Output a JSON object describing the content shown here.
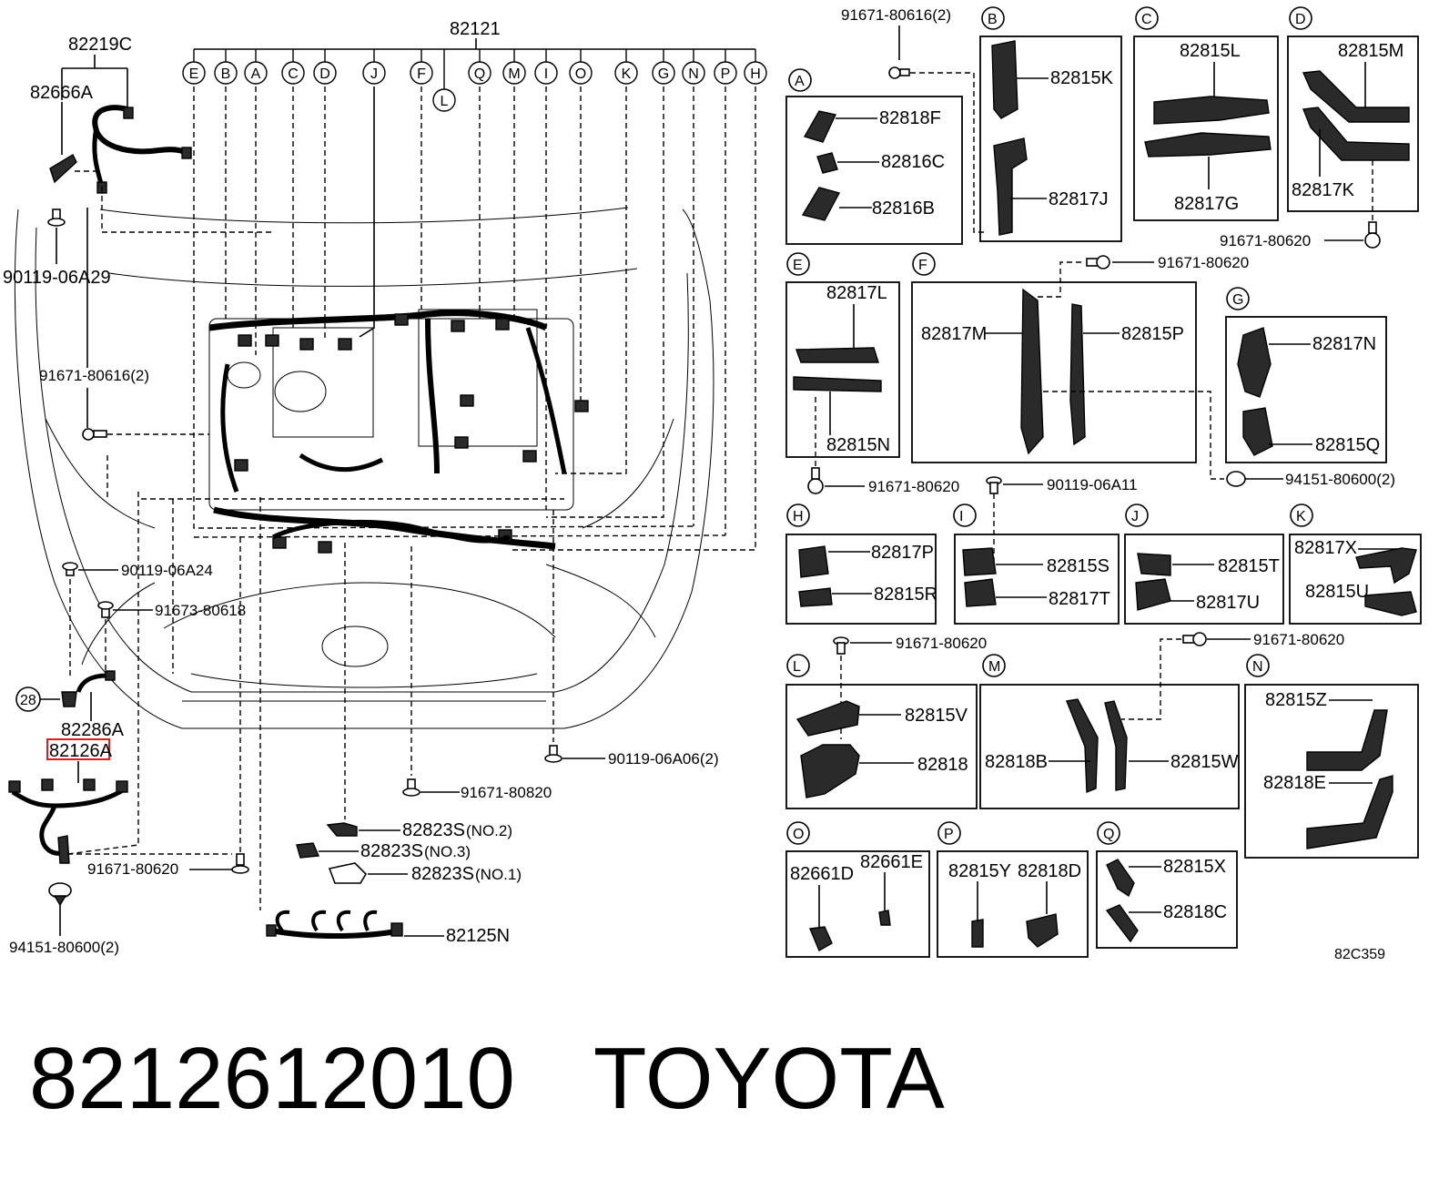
{
  "title_part_number": "8212612010",
  "title_brand": "TOYOTA",
  "ref_code": "82C359",
  "main_harness": {
    "label": "82121",
    "connector_letters": [
      "E",
      "B",
      "A",
      "C",
      "D",
      "J",
      "F",
      "L",
      "Q",
      "M",
      "I",
      "O",
      "K",
      "G",
      "N",
      "P",
      "H"
    ]
  },
  "left_parts": {
    "p82219C": "82219C",
    "p82666A": "82666A",
    "p90119_06A29": "90119-06A29",
    "p91671_80616_2": "91671-80616(2)",
    "p90119_06A24": "90119-06A24",
    "p91673_80618": "91673-80618",
    "ref28": "28",
    "p82286A": "82286A",
    "p82126A": "82126A",
    "p91671_80620": "91671-80620",
    "p94151_80600_2": "94151-80600(2)"
  },
  "center_parts": {
    "p90119_06A06_2": "90119-06A06(2)",
    "p91671_80820": "91671-80820",
    "p82823S_no2": "82823S",
    "p82823S_no2_tag": "(NO.2)",
    "p82823S_no3": "82823S",
    "p82823S_no3_tag": "(NO.3)",
    "p82823S_no1": "82823S",
    "p82823S_no1_tag": "(NO.1)",
    "p82125N": "82125N"
  },
  "detail_boxes": {
    "A": {
      "letter": "A",
      "parts": [
        "82818F",
        "82816C",
        "82816B"
      ]
    },
    "B": {
      "letter": "B",
      "parts": [
        "82815K",
        "82817J"
      ]
    },
    "C": {
      "letter": "C",
      "parts": [
        "82815L",
        "82817G"
      ]
    },
    "D": {
      "letter": "D",
      "parts": [
        "82815M",
        "82817K"
      ]
    },
    "E": {
      "letter": "E",
      "parts": [
        "82817L",
        "82815N"
      ]
    },
    "F": {
      "letter": "F",
      "parts": [
        "82817M",
        "82815P"
      ]
    },
    "G": {
      "letter": "G",
      "parts": [
        "82817N",
        "82815Q"
      ]
    },
    "H": {
      "letter": "H",
      "parts": [
        "82817P",
        "82815R"
      ]
    },
    "I": {
      "letter": "I",
      "parts": [
        "82815S",
        "82817T"
      ]
    },
    "J": {
      "letter": "J",
      "parts": [
        "82815T",
        "82817U"
      ]
    },
    "K": {
      "letter": "K",
      "parts": [
        "82817X",
        "82815U"
      ]
    },
    "L": {
      "letter": "L",
      "parts": [
        "82815V",
        "82818"
      ]
    },
    "M": {
      "letter": "M",
      "parts": [
        "82818B",
        "82815W"
      ]
    },
    "N": {
      "letter": "N",
      "parts": [
        "82815Z",
        "82818E"
      ]
    },
    "O": {
      "letter": "O",
      "parts": [
        "82661D",
        "82661E"
      ]
    },
    "P": {
      "letter": "P",
      "parts": [
        "82815Y",
        "82818D"
      ]
    },
    "Q": {
      "letter": "Q",
      "parts": [
        "82815X",
        "82818C"
      ]
    }
  },
  "detail_fasteners": {
    "f91671_80616_2": "91671-80616(2)",
    "f91671_80620_d": "91671-80620",
    "f91671_80620_f": "91671-80620",
    "f91671_80620_e": "91671-80620",
    "f90119_06A11": "90119-06A11",
    "f94151_80600_2": "94151-80600(2)",
    "f91671_80620_l": "91671-80620",
    "f91671_80620_m": "91671-80620"
  }
}
